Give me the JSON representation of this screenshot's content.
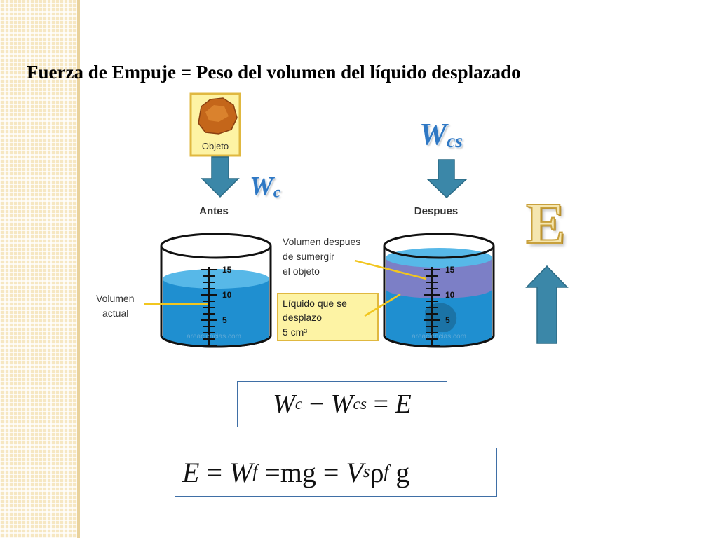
{
  "slide": {
    "title": "Fuerza de Empuje = Peso del volumen del líquido desplazado"
  },
  "diagram": {
    "object_box_label": "Objeto",
    "before_label": "Antes",
    "after_label": "Despues",
    "label_volumen_actual_1": "Volumen",
    "label_volumen_actual_2": "actual",
    "label_vol_despues_1": "Volumen despues",
    "label_vol_despues_2": "de sumergir",
    "label_vol_despues_3": "el objeto",
    "label_liquido_1": "Líquido que se",
    "label_liquido_2": "desplazo",
    "label_liquido_3": "5 cm³",
    "scale_15": "15",
    "scale_10": "10",
    "scale_5": "5",
    "watermark": "areaciencias.com",
    "wc_main": "W",
    "wc_sub": "c",
    "wcs_main": "W",
    "wcs_sub": "cs",
    "big_e": "E"
  },
  "equations": {
    "eq1": {
      "a": "W",
      "a_sub": "c",
      "op1": " − ",
      "b": "W",
      "b_sub": "cs",
      "op2": " = ",
      "c": "E"
    },
    "eq2": {
      "a": "E",
      "op1": " = ",
      "b": "W",
      "b_sub": "f",
      "op2": " =",
      "mg": "mg",
      "op3": " = ",
      "v": "V",
      "v_sub": "s",
      "rho": "ρ",
      "rho_sub": "f",
      "g": " g"
    }
  },
  "colors": {
    "water_light": "#57b8e8",
    "water_dark": "#1f8fd0",
    "displaced": "#7c7fc6",
    "arrow": "#3b87a8",
    "label_box": "#fdf3a4",
    "label_box_border": "#e0b840",
    "accent_math": "#2f78c4"
  }
}
